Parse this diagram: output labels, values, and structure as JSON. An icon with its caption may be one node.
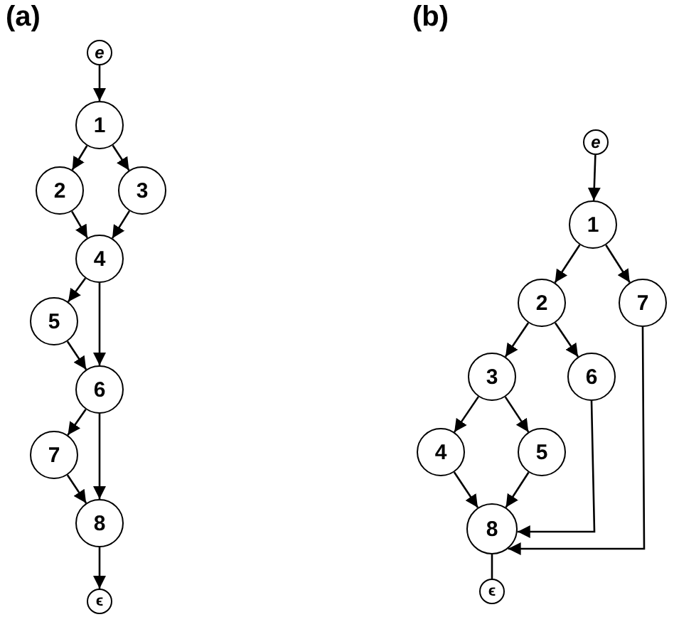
{
  "diagram": {
    "nodes": [
      {
        "text": [
          "e"
        ]
      },
      {
        "text": [
          "1"
        ]
      },
      {
        "text": [
          "2"
        ]
      },
      {
        "text": [
          "3"
        ]
      },
      {
        "text": [
          "4"
        ]
      },
      {
        "text": [
          "5"
        ]
      },
      {
        "text": [
          "6"
        ]
      },
      {
        "text": [
          "7"
        ]
      },
      {
        "text": [
          "8"
        ]
      },
      {
        "text": [
          "ϵ"
        ]
      },
      {
        "text": [
          "e"
        ]
      },
      {
        "text": [
          "1"
        ]
      },
      {
        "text": [
          "2"
        ]
      },
      {
        "text": [
          "3"
        ]
      },
      {
        "text": [
          "4"
        ]
      },
      {
        "text": [
          "5"
        ]
      },
      {
        "text": [
          "6"
        ]
      },
      {
        "text": [
          "7"
        ]
      },
      {
        "text": [
          "8"
        ]
      },
      {
        "text": [
          "ϵ"
        ]
      }
    ],
    "edges": [
      {
        "from": 0,
        "to": 1,
        "arrow": "to"
      },
      {
        "from": 1,
        "to": 2,
        "arrow": "to"
      },
      {
        "from": 1,
        "to": 3,
        "arrow": "to"
      },
      {
        "from": 2,
        "to": 4,
        "arrow": "to"
      },
      {
        "from": 3,
        "to": 4,
        "arrow": "to"
      },
      {
        "from": 4,
        "to": 5,
        "arrow": "to"
      },
      {
        "from": 4,
        "to": 6,
        "arrow": "to"
      },
      {
        "from": 5,
        "to": 6,
        "arrow": "to"
      },
      {
        "from": 6,
        "to": 7,
        "arrow": "to"
      },
      {
        "from": 6,
        "to": 8,
        "arrow": "to"
      },
      {
        "from": 7,
        "to": 8,
        "arrow": "to"
      },
      {
        "from": 8,
        "to": 9,
        "arrow": "to"
      },
      {
        "from": 10,
        "to": 11,
        "arrow": "to"
      },
      {
        "from": 11,
        "to": 12,
        "arrow": "to"
      },
      {
        "from": 11,
        "to": 17,
        "arrow": "to"
      },
      {
        "from": 12,
        "to": 13,
        "arrow": "to"
      },
      {
        "from": 12,
        "to": 16,
        "arrow": "to"
      },
      {
        "from": 13,
        "to": 14,
        "arrow": "to"
      },
      {
        "from": 13,
        "to": 15,
        "arrow": "to"
      },
      {
        "from": 14,
        "to": 18,
        "arrow": "to"
      },
      {
        "from": 15,
        "to": 18,
        "arrow": "to"
      },
      {
        "from": 16,
        "to": 18,
        "arrow": "to"
      },
      {
        "from": 17,
        "to": 18,
        "arrow": "to"
      },
      {
        "from": 18,
        "to": 19,
        "arrow": "none"
      }
    ],
    "labels": [
      "(a)",
      "(b)"
    ]
  }
}
